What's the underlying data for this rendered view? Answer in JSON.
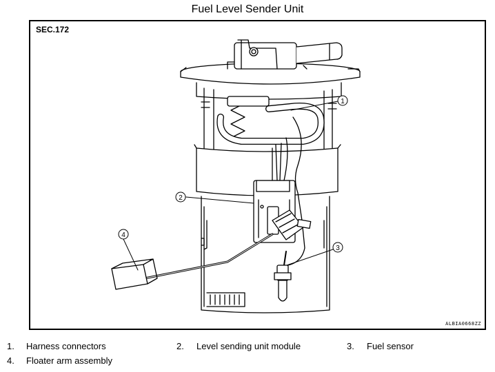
{
  "title": "Fuel Level Sender Unit",
  "section": "SEC.172",
  "figure_code": "ALBIA0668ZZ",
  "callouts": [
    "1",
    "2",
    "3",
    "4"
  ],
  "legend": [
    {
      "num": "1.",
      "label": "Harness connectors"
    },
    {
      "num": "2.",
      "label": "Level sending unit module"
    },
    {
      "num": "3.",
      "label": "Fuel sensor"
    },
    {
      "num": "4.",
      "label": "Floater arm assembly"
    }
  ]
}
